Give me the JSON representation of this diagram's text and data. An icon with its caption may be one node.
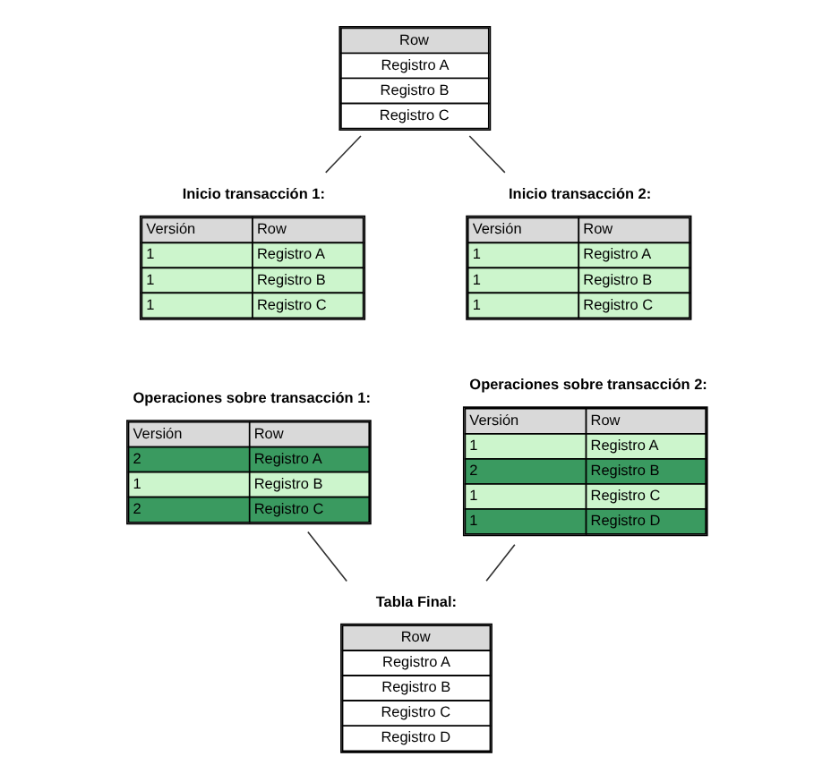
{
  "diagram": {
    "nodes": [
      {
        "text": [
          "Row",
          "Registro A",
          "Registro B",
          "Registro C"
        ]
      },
      {
        "text": [
          "Inicio transacción 1:",
          "Versión",
          "Row",
          "1",
          "Registro A",
          "1",
          "Registro B",
          "1",
          "Registro C"
        ]
      },
      {
        "text": [
          "Inicio transacción 2:",
          "Versión",
          "Row",
          "1",
          "Registro A",
          "1",
          "Registro B",
          "1",
          "Registro C"
        ]
      },
      {
        "text": [
          "Operaciones sobre transacción 1:",
          "Versión",
          "Row",
          "2",
          "Registro A",
          "1",
          "Registro B",
          "2",
          "Registro C"
        ]
      },
      {
        "text": [
          "Operaciones sobre transacción 2:",
          "Versión",
          "Row",
          "1",
          "Registro A",
          "2",
          "Registro B",
          "1",
          "Registro C",
          "1",
          "Registro D"
        ]
      },
      {
        "text": [
          "Tabla Final:",
          "Row",
          "Registro A",
          "Registro B",
          "Registro C",
          "Registro D"
        ]
      }
    ],
    "edges": [
      {
        "from": 0,
        "to": 1,
        "arrow": "none"
      },
      {
        "from": 0,
        "to": 2,
        "arrow": "none"
      },
      {
        "from": 3,
        "to": 5,
        "arrow": "none"
      },
      {
        "from": 4,
        "to": 5,
        "arrow": "none"
      }
    ]
  }
}
